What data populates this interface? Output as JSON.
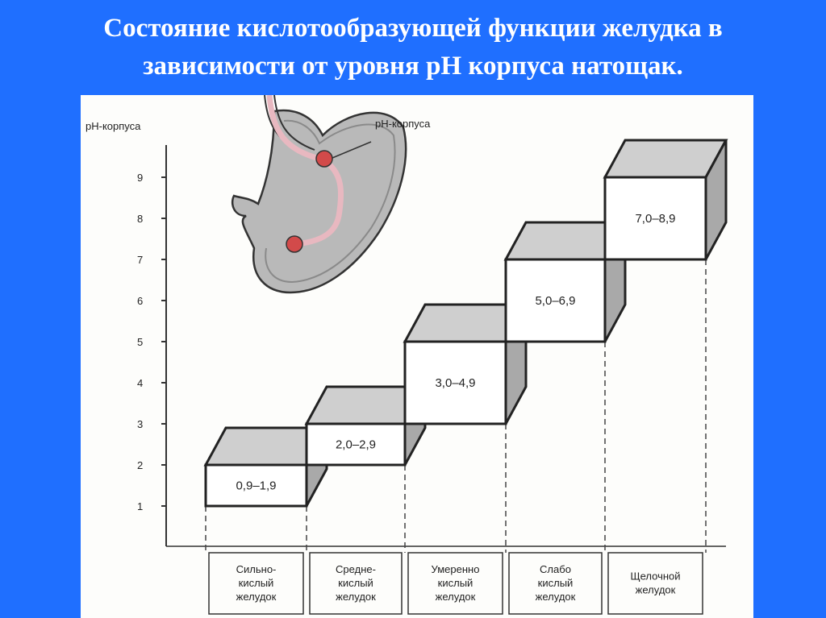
{
  "slide": {
    "title_line1": "Состояние кислотообразующей функции желудка в",
    "title_line2": "зависимости от уровня pH корпуса натощак."
  },
  "axis": {
    "label": "pH-корпуса",
    "ticks": [
      "1",
      "2",
      "3",
      "4",
      "5",
      "6",
      "7",
      "8",
      "9"
    ]
  },
  "stomach": {
    "probe_label": "pH-корпуса"
  },
  "steps": [
    {
      "range": "0,9–1,9",
      "level_from": 1,
      "level_to": 2,
      "category": [
        "Сильно-",
        "кислый",
        "желудок"
      ]
    },
    {
      "range": "2,0–2,9",
      "level_from": 2,
      "level_to": 3,
      "category": [
        "Средне-",
        "кислый",
        "желудок"
      ]
    },
    {
      "range": "3,0–4,9",
      "level_from": 3,
      "level_to": 5,
      "category": [
        "Умеренно",
        "кислый",
        "желудок"
      ]
    },
    {
      "range": "5,0–6,9",
      "level_from": 5,
      "level_to": 7,
      "category": [
        "Слабо",
        "кислый",
        "желудок"
      ]
    },
    {
      "range": "7,0–8,9",
      "level_from": 7,
      "level_to": 9,
      "category": [
        "Щелочной",
        "желудок"
      ]
    }
  ]
}
